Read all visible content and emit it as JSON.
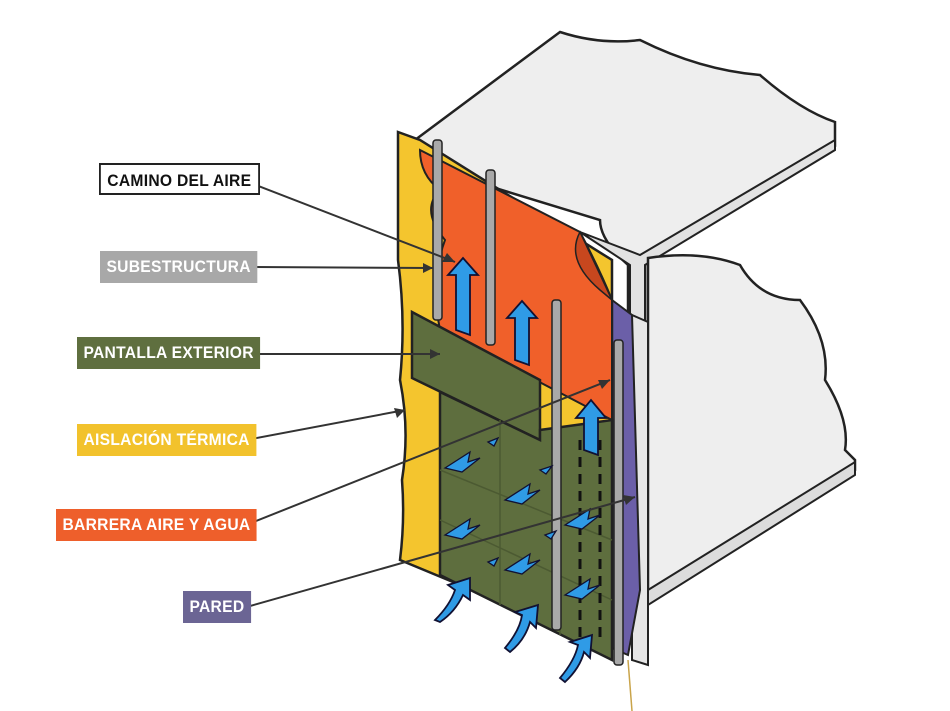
{
  "labels": [
    {
      "key": "camino",
      "text": "CAMINO DEL AIRE",
      "bg": "#ffffff",
      "fg": "#111111",
      "border": "#222222"
    },
    {
      "key": "subestructura",
      "text": "SUBESTRUCTURA",
      "bg": "#a8a8a8",
      "fg": "#ffffff",
      "border": "none"
    },
    {
      "key": "pantalla",
      "text": "PANTALLA EXTERIOR",
      "bg": "#5f6f3f",
      "fg": "#ffffff",
      "border": "none"
    },
    {
      "key": "aislacion",
      "text": "AISLACIÓN TÉRMICA",
      "bg": "#f2c22c",
      "fg": "#ffffff",
      "border": "none"
    },
    {
      "key": "barrera",
      "text": "BARRERA AIRE Y AGUA",
      "bg": "#ee5f2b",
      "fg": "#ffffff",
      "border": "none"
    },
    {
      "key": "pared",
      "text": "PARED",
      "bg": "#6b6594",
      "fg": "#ffffff",
      "border": "none"
    }
  ],
  "colors": {
    "insulation": "#f4c52e",
    "barrier": "#f0602a",
    "screen": "#5e6e3e",
    "wall": "#6b5fa8",
    "slab": "#eeeeee",
    "rail": "#a9a9a9",
    "airflow": "#2f9be6"
  }
}
